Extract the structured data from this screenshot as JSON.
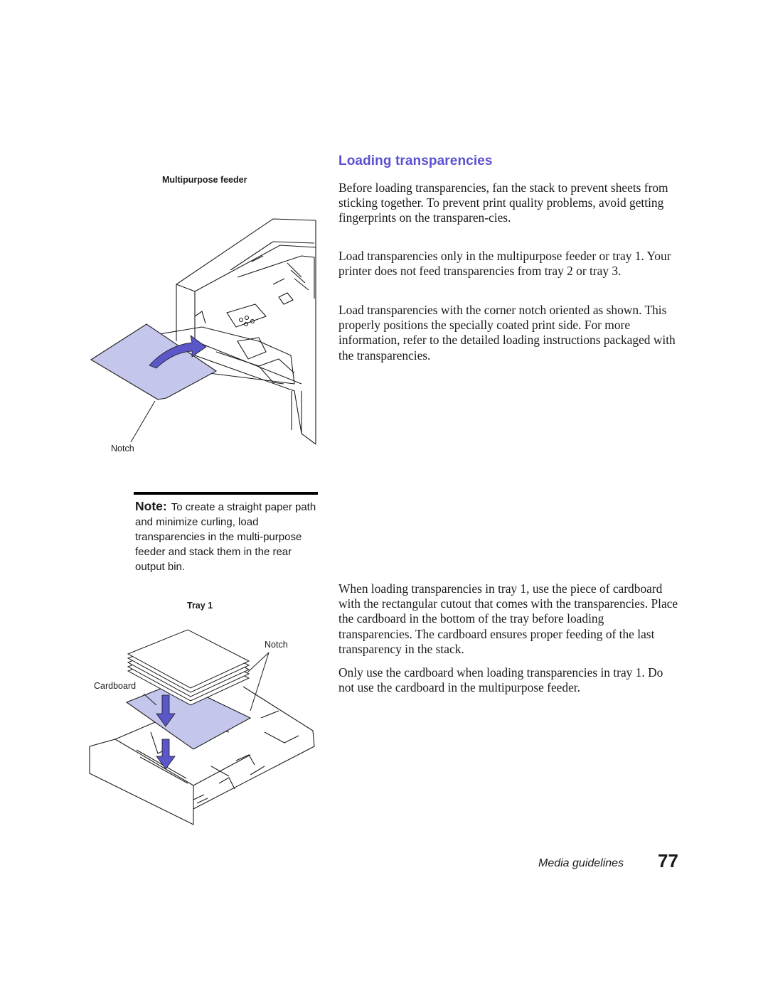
{
  "heading": "Loading transparencies",
  "paragraphs": [
    "Before loading transparencies, fan the stack to prevent sheets from sticking together. To prevent print quality problems, avoid getting fingerprints on the transparen-cies.",
    "Load transparencies only in the multipurpose feeder or tray 1. Your printer does not feed transparencies from tray 2 or tray 3.",
    "Load transparencies with the corner notch oriented as shown. This properly positions the specially coated print side. For more information, refer to the detailed loading instructions packaged with the transparencies.",
    "When loading transparencies in tray 1, use the piece of cardboard with the rectangular cutout that comes with the transparencies. Place the cardboard in the bottom of the tray before loading transparencies. The cardboard ensures proper feeding of the last transparency in the stack.",
    "Only use the cardboard when loading transparencies in tray 1. Do not use the cardboard in the multipurpose feeder."
  ],
  "figures": {
    "feeder": {
      "caption": "Multipurpose feeder",
      "notch_label": "Notch"
    },
    "tray": {
      "caption": "Tray 1",
      "notch_label": "Notch",
      "cardboard_label": "Cardboard"
    }
  },
  "note": {
    "label": "Note:",
    "text": "To create a straight paper path and minimize curling, load transparencies in the multi-purpose feeder and stack them in the rear output bin."
  },
  "footer": {
    "section": "Media guidelines",
    "page": "77"
  },
  "colors": {
    "heading": "#5a4fcf",
    "transparency_fill": "#c5c6ec",
    "arrow_fill": "#5b57c8",
    "line": "#1a1a1a"
  }
}
